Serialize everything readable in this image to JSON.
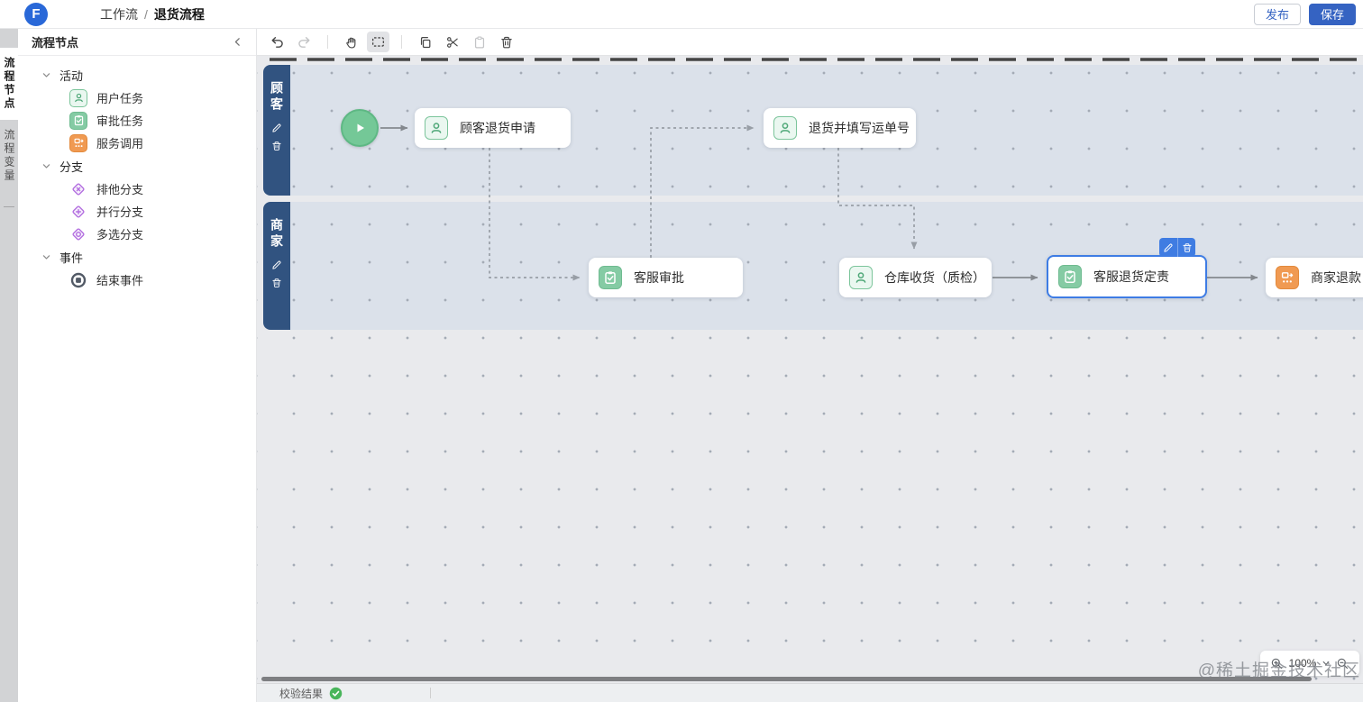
{
  "topbar": {
    "logo_text": "F",
    "breadcrumb": {
      "section": "工作流",
      "separator": "/",
      "current": "退货流程"
    },
    "publish_label": "发布",
    "save_label": "保存"
  },
  "tabstrip": {
    "tabs": [
      {
        "label": "流程节点",
        "active": true
      },
      {
        "label": "流程变量",
        "active": false
      }
    ]
  },
  "palette": {
    "title": "流程节点",
    "groups": [
      {
        "label": "活动",
        "items": [
          {
            "label": "用户任务",
            "icon": "user-task-icon"
          },
          {
            "label": "审批任务",
            "icon": "approval-task-icon"
          },
          {
            "label": "服务调用",
            "icon": "service-call-icon"
          }
        ]
      },
      {
        "label": "分支",
        "items": [
          {
            "label": "排他分支",
            "icon": "exclusive-gateway-icon"
          },
          {
            "label": "并行分支",
            "icon": "parallel-gateway-icon"
          },
          {
            "label": "多选分支",
            "icon": "inclusive-gateway-icon"
          }
        ]
      },
      {
        "label": "事件",
        "items": [
          {
            "label": "结束事件",
            "icon": "end-event-icon"
          }
        ]
      }
    ]
  },
  "toolbar": {
    "buttons": [
      "undo",
      "redo",
      "pan",
      "marquee-select",
      "copy",
      "cut",
      "paste",
      "delete"
    ],
    "disabled": [
      "redo",
      "paste"
    ],
    "active": [
      "marquee-select"
    ]
  },
  "canvas": {
    "lanes": [
      {
        "label": "顾客"
      },
      {
        "label": "商家"
      }
    ],
    "nodes": [
      {
        "label": "顾客退货申请",
        "type": "user-task",
        "lane": "顾客"
      },
      {
        "label": "退货并填写运单号",
        "type": "user-task",
        "lane": "顾客"
      },
      {
        "label": "客服审批",
        "type": "approval-task",
        "lane": "商家"
      },
      {
        "label": "仓库收货（质检）",
        "type": "user-task",
        "lane": "商家"
      },
      {
        "label": "客服退货定责",
        "type": "approval-task",
        "lane": "商家",
        "selected": true
      },
      {
        "label": "商家退款",
        "type": "service-call",
        "lane": "商家"
      }
    ],
    "start_event": {
      "type": "start-event",
      "lane": "顾客"
    },
    "zoom_level": "100%",
    "watermark": "@稀土掘金技术社区"
  },
  "statusbar": {
    "validation_label": "校验结果",
    "validation_status": "success"
  },
  "colors": {
    "accent_blue": "#3563c2",
    "selection_blue": "#3e7ce4",
    "lane_blue": "#315380",
    "task_green": "#85cba4",
    "service_orange": "#f09a52",
    "gateway_purple": "#b36fe0",
    "success_green": "#49b55b"
  }
}
